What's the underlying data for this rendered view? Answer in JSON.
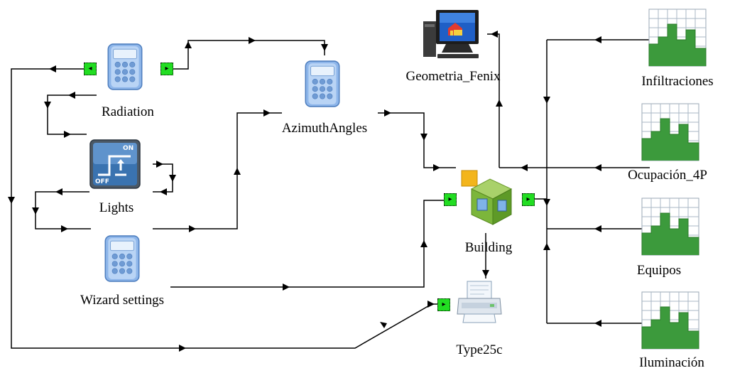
{
  "components": {
    "radiation": {
      "label": "Radiation",
      "icon": "calculator-icon"
    },
    "lights": {
      "label": "Lights",
      "icon": "on-off-switch-icon"
    },
    "wizard_settings": {
      "label": "Wizard settings",
      "icon": "calculator-icon"
    },
    "azimuth_angles": {
      "label": "AzimuthAngles",
      "icon": "calculator-icon"
    },
    "geometria_fenix": {
      "label": "Geometria_Fenix",
      "icon": "computer-monitor-icon"
    },
    "building": {
      "label": "Building",
      "icon": "building-cube-icon"
    },
    "type25c": {
      "label": "Type25c",
      "icon": "printer-icon"
    },
    "infiltraciones": {
      "label": "Infiltraciones",
      "icon": "schedule-chart-icon"
    },
    "ocupacion_4p": {
      "label": "Ocupación_4P",
      "icon": "schedule-chart-icon"
    },
    "equipos": {
      "label": "Equipos",
      "icon": "schedule-chart-icon"
    },
    "iluminacion": {
      "label": "Iluminación",
      "icon": "schedule-chart-icon"
    }
  },
  "colors": {
    "wire": "#000000",
    "port": "#22dd22",
    "schedule_fill": "#3c9a3c",
    "calculator_body": "#9fc3ee"
  }
}
